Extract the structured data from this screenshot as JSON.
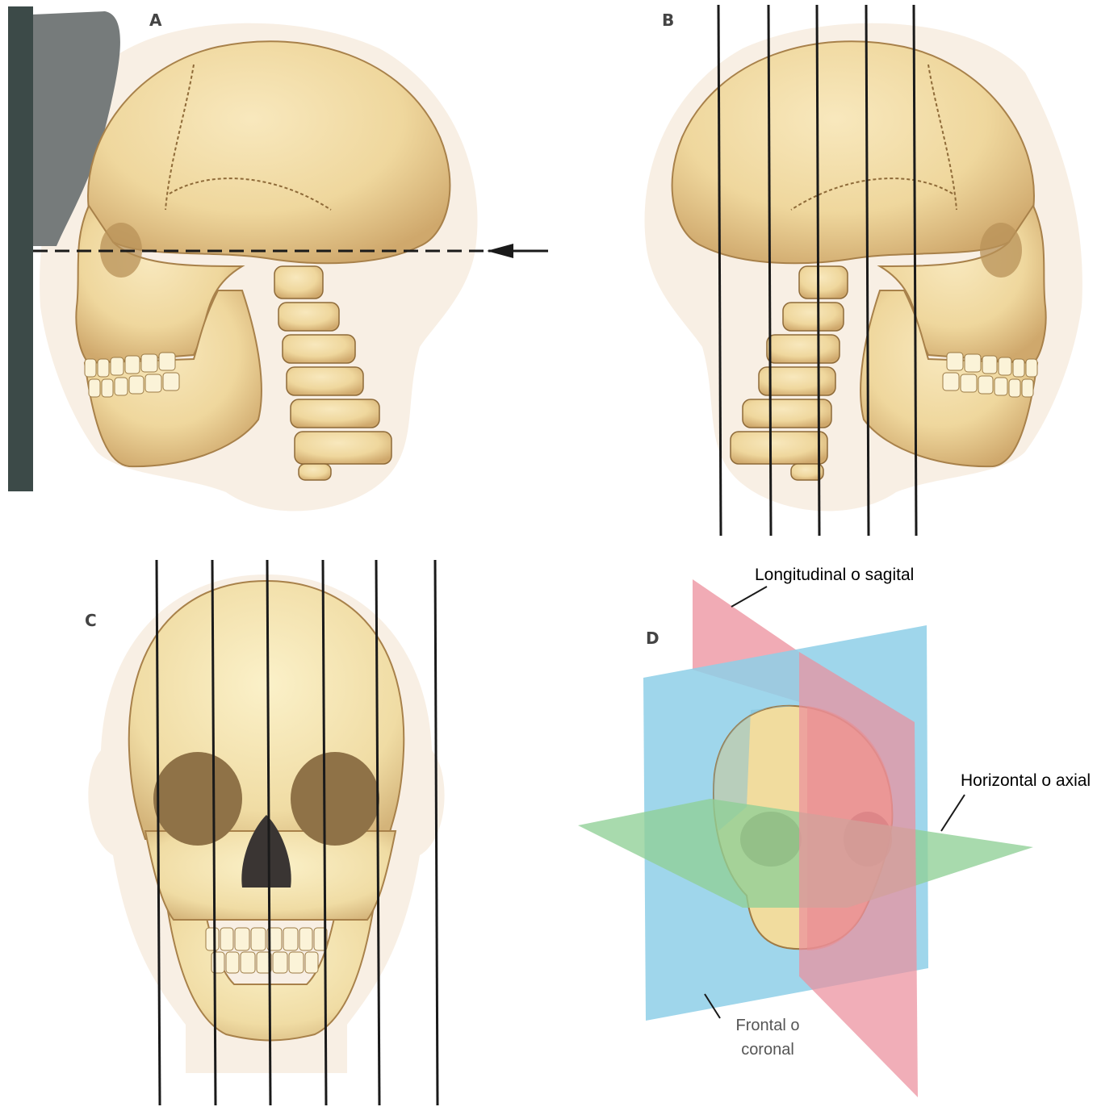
{
  "panels": {
    "a": {
      "letter": "A"
    },
    "b": {
      "letter": "B"
    },
    "c": {
      "letter": "C"
    },
    "d": {
      "letter": "D",
      "labels": {
        "sagittal": "Longitudinal o sagital",
        "axial": "Horizontal o axial",
        "coronal_line1": "Frontal o",
        "coronal_line2": "coronal"
      }
    }
  },
  "colors": {
    "bone": "#f0d9a0",
    "bone_shade": "#c9a267",
    "skin": "#f7ece0",
    "plate": "#3c4a48",
    "plate_shadow": "#777c7c",
    "sagittal_plane": "#ec8f9c",
    "coronal_plane": "#8ecfe8",
    "axial_plane": "#8fd096",
    "cut_line": "#1a1a1a"
  }
}
